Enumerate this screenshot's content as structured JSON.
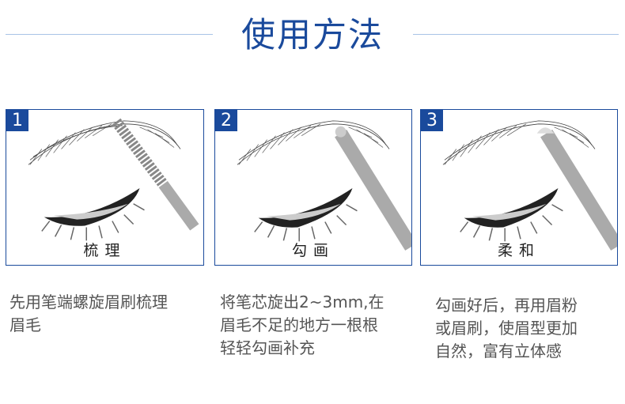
{
  "header": {
    "title": "使用方法"
  },
  "colors": {
    "accent": "#1a4a9c",
    "divider": "#a9c3e6",
    "text": "#555555"
  },
  "steps": [
    {
      "number": "1",
      "caption": "梳理",
      "tool": "spiral-brush",
      "description": [
        "先用笔端螺旋眉刷梳理",
        "眉毛"
      ]
    },
    {
      "number": "2",
      "caption": "勾画",
      "tool": "pencil",
      "description": [
        "将笔芯旋出2~3mm,在",
        "眉毛不足的地方一根根",
        "轻轻勾画补充"
      ]
    },
    {
      "number": "3",
      "caption": "柔和",
      "tool": "sponge-tip",
      "description": [
        "勾画好后，再用眉粉",
        "或眉刷，使眉型更加",
        "自然，富有立体感"
      ]
    }
  ]
}
